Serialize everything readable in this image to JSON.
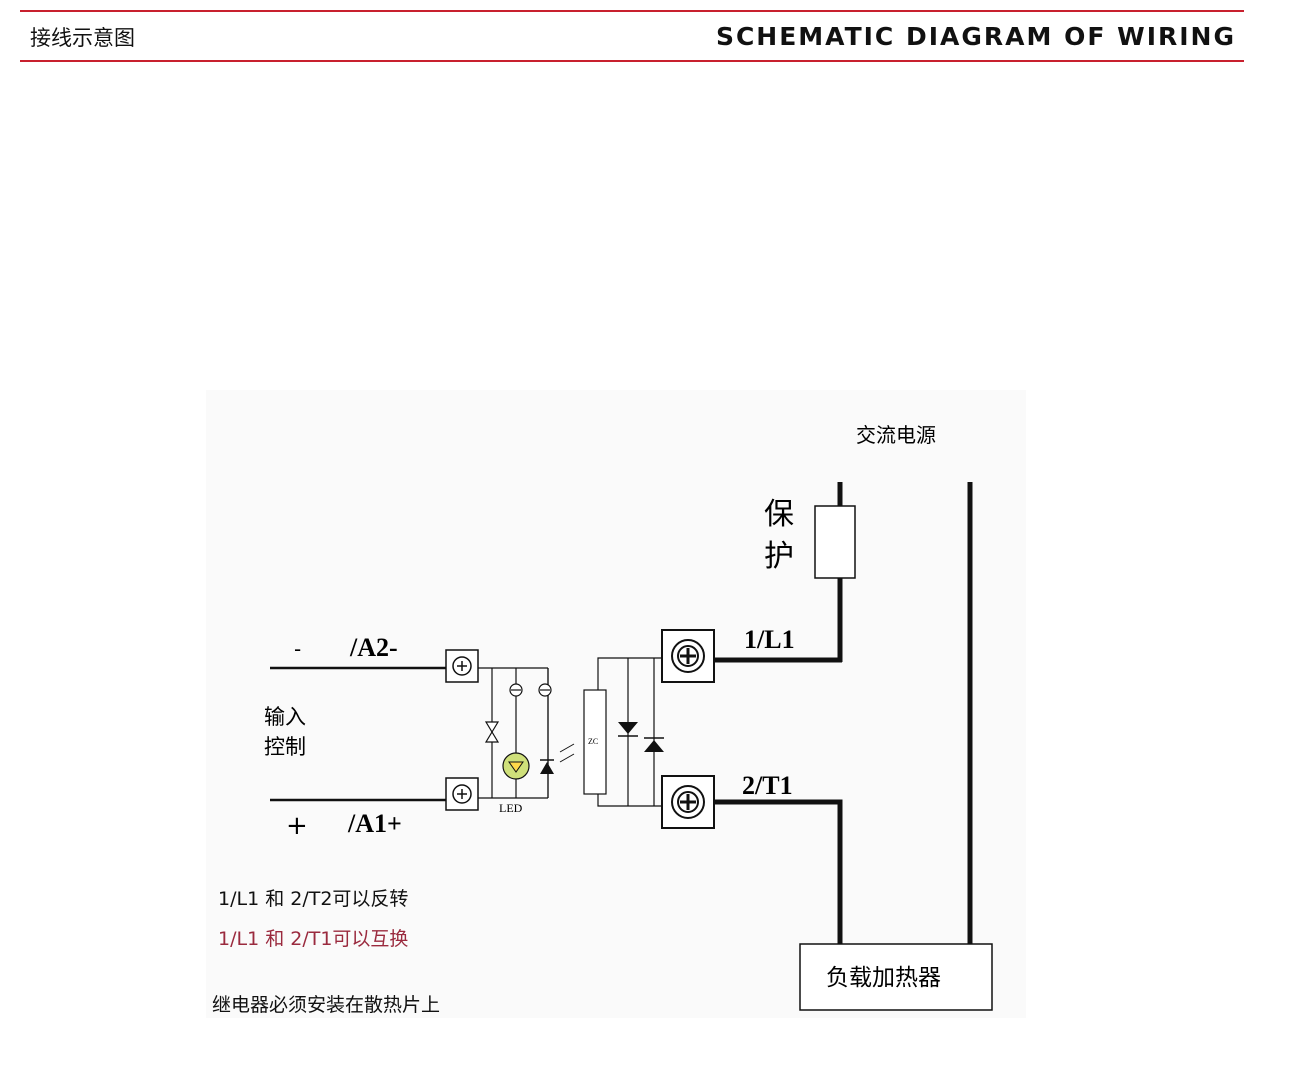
{
  "header": {
    "title_cn": "接线示意图",
    "title_en": "SCHEMATIC DIAGRAM OF WIRING"
  },
  "diagram": {
    "ac_power": "交流电源",
    "protection_1": "保",
    "protection_2": "护",
    "terminal_l1": "1/L1",
    "terminal_t1": "2/T1",
    "minus": "-",
    "terminal_a2": "/A2-",
    "plus": "+",
    "terminal_a1": "/A1+",
    "input_1": "输入",
    "input_2": "控制",
    "led": "LED",
    "zc": "ZC",
    "load": "负载加热器"
  },
  "notes": {
    "line1": "1/L1 和 2/T2可以反转",
    "line2": "1/L1 和 2/T1可以互换",
    "line3": "继电器必须安装在散热片上"
  },
  "colors": {
    "accent": "#c8202e",
    "note_red": "#9a2a3e"
  }
}
